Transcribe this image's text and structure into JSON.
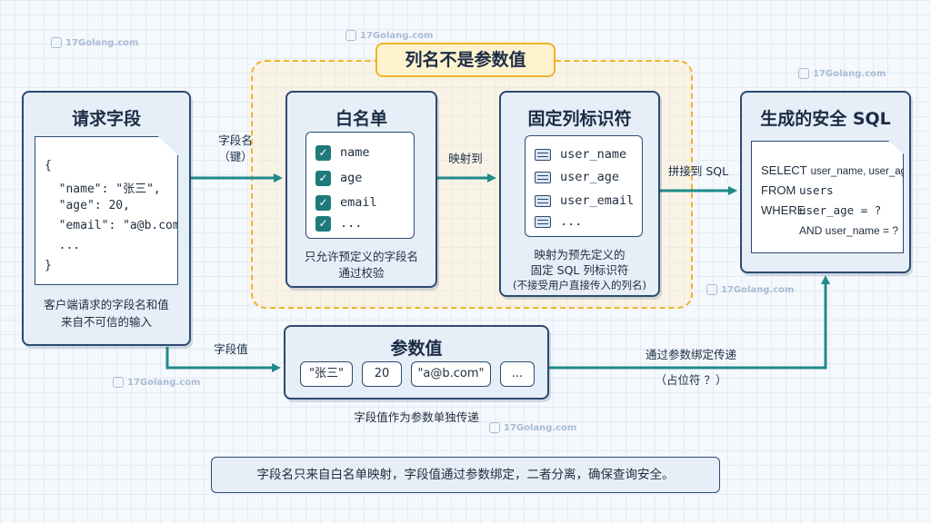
{
  "region_label": "列名不是参数值",
  "request": {
    "title": "请求字段",
    "json_lines": [
      "{",
      "  \"name\": \"张三\",",
      "  \"age\": 20,",
      "  \"email\": \"a@b.com\",",
      "  ...",
      "}"
    ],
    "caption_1": "客户端请求的字段名和值",
    "caption_2": "来自不可信的输入"
  },
  "whitelist": {
    "title": "白名单",
    "items": [
      "name",
      "age",
      "email",
      "..."
    ],
    "caption_1": "只允许预定义的字段名",
    "caption_2": "通过校验"
  },
  "identifiers": {
    "title": "固定列标识符",
    "items": [
      "user_name",
      "user_age",
      "user_email",
      "..."
    ],
    "caption_1": "映射为预先定义的",
    "caption_2": "固定 SQL 列标识符",
    "caption_3": "(不接受用户直接传入的列名)"
  },
  "sql": {
    "title": "生成的安全 SQL",
    "lines": [
      {
        "kw": "SELECT",
        "rest": "user_name, user_age"
      },
      {
        "kw": "FROM",
        "rest": "users"
      },
      {
        "kw": "WHERE",
        "rest": "user_age = ?"
      },
      {
        "kw": "",
        "rest": "AND user_name = ?"
      }
    ]
  },
  "params": {
    "title": "参数值",
    "chips": [
      "\"张三\"",
      "20",
      "\"a@b.com\"",
      "..."
    ],
    "caption": "字段值作为参数单独传递"
  },
  "edges": {
    "field_name_1": "字段名",
    "field_name_2": "（键）",
    "map_to": "映射到",
    "concat_to": "拼接到 SQL",
    "field_value": "字段值",
    "bind_1": "通过参数绑定传递",
    "bind_2": "（占位符 ？）"
  },
  "footer": "字段名只来自白名单映射，字段值通过参数绑定，二者分离，确保查询安全。",
  "watermark": "17Golang.com",
  "colors": {
    "arrow": "#1f8a8a",
    "region_border": "#f0b429",
    "card_border": "#2c4a70",
    "check": "#1f7a7a"
  }
}
